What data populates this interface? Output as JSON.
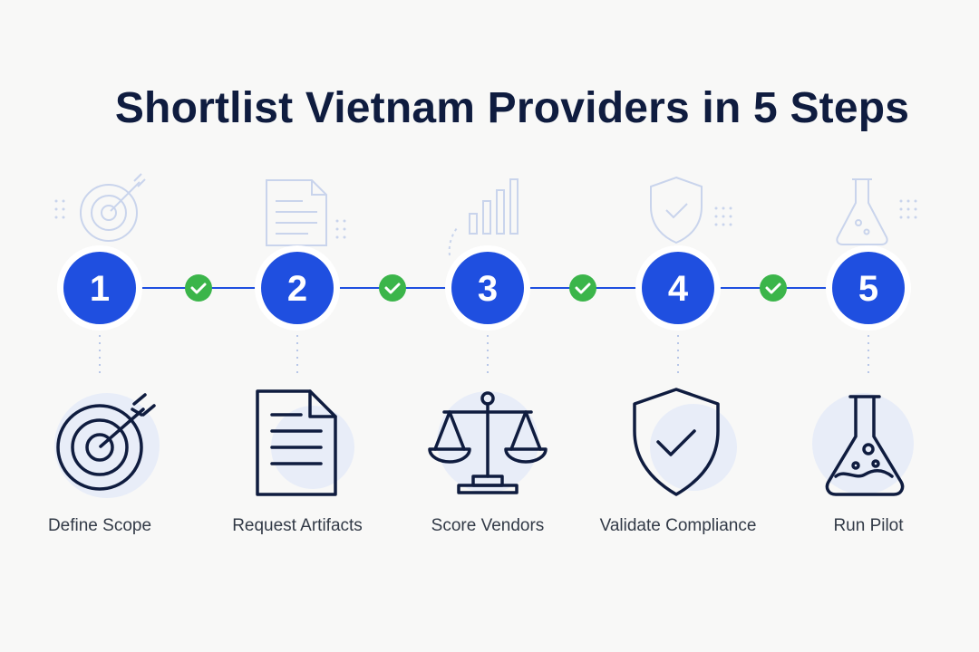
{
  "title": "Shortlist Vietnam Providers in 5 Steps",
  "colors": {
    "accent": "#1f4fe0",
    "check": "#3bb54a",
    "ink": "#0f1c3f",
    "faint": "#c9d4ec"
  },
  "steps": [
    {
      "number": "1",
      "label": "Define Scope",
      "icon": "target-icon"
    },
    {
      "number": "2",
      "label": "Request Artifacts",
      "icon": "document-icon"
    },
    {
      "number": "3",
      "label": "Score Vendors",
      "icon": "scale-icon"
    },
    {
      "number": "4",
      "label": "Validate Compliance",
      "icon": "shield-check-icon"
    },
    {
      "number": "5",
      "label": "Run Pilot",
      "icon": "flask-icon"
    }
  ],
  "connectors": [
    "check-icon",
    "check-icon",
    "check-icon",
    "check-icon"
  ]
}
